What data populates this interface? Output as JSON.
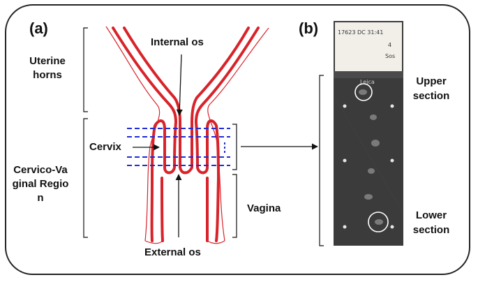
{
  "panel_a_label": "(a)",
  "panel_b_label": "(b)",
  "labels": {
    "uterine_horns": "Uterine horns",
    "internal_os": "Internal os",
    "cervix": "Cervix",
    "cervico_vaginal_region": "Cervico-Vaginal Region",
    "vagina": "Vagina",
    "external_os": "External os",
    "upper_section": "Upper section",
    "lower_section": "Lower section"
  },
  "slide_text": {
    "handwriting_line1": "17623 DC 31:41",
    "handwriting_line2": "4",
    "handwriting_line3": "Sos",
    "brand": "Leica"
  },
  "colors": {
    "anatomy_red": "#d8232a",
    "section_lines_blue": "#1f2bd6",
    "outline_black": "#111111",
    "slide_dark": "#3b3b3b",
    "slide_label": "#f1efe8"
  }
}
